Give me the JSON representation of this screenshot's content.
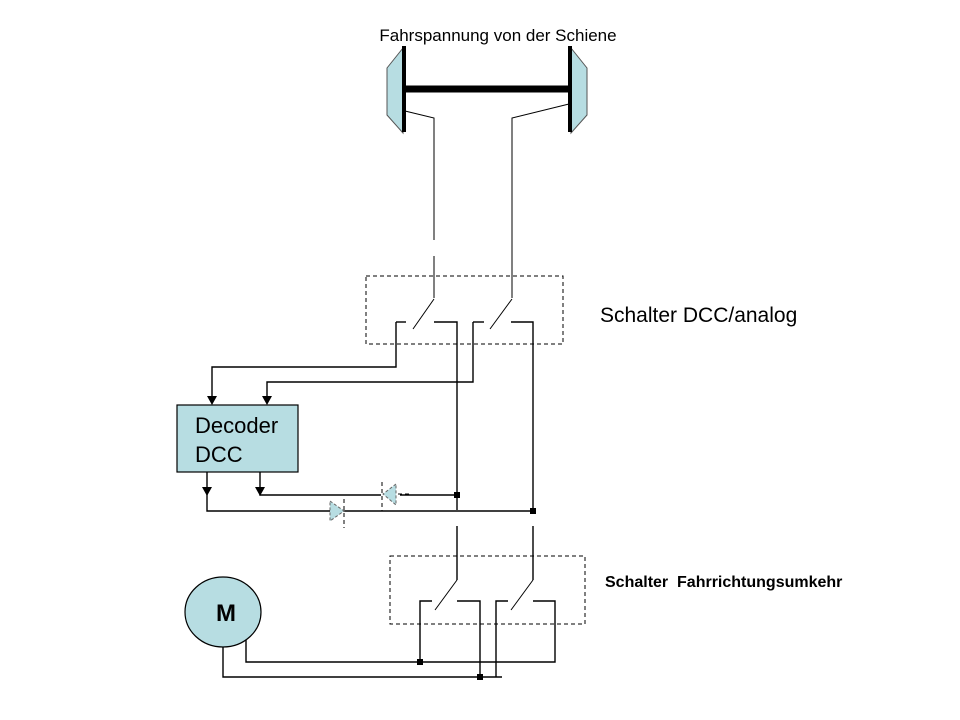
{
  "diagram": {
    "title": "Fahrspannung von der Schiene",
    "switch_dcc_label": "Schalter DCC/analog",
    "switch_direction_label": "Schalter  Fahrrichtungsumkehr",
    "decoder_line1": "Decoder",
    "decoder_line2": "DCC",
    "motor_label": "M",
    "colors": {
      "fill_light_blue": "#b7dde2",
      "line": "#000000"
    }
  }
}
